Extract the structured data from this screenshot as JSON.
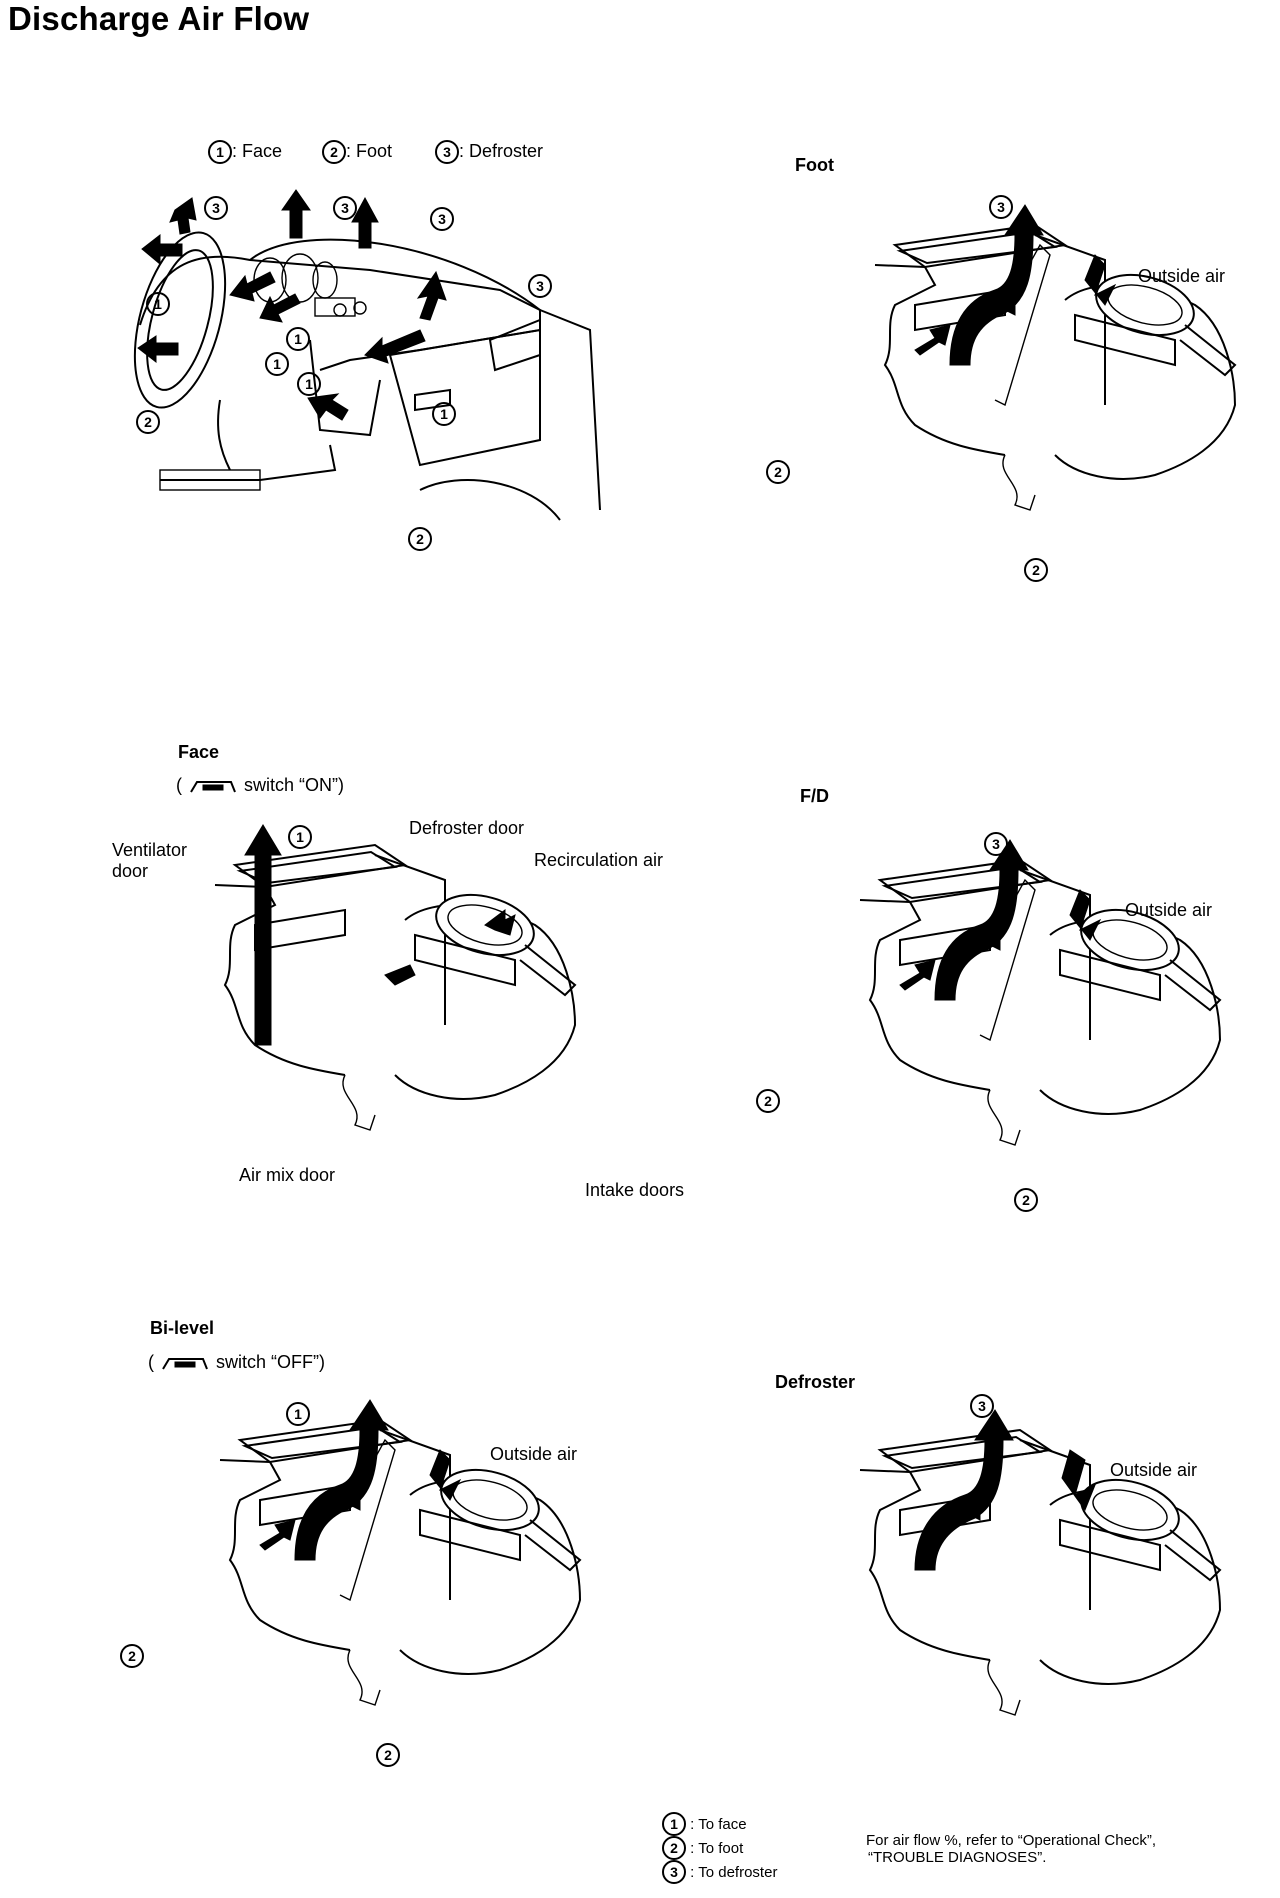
{
  "title": "Discharge Air Flow",
  "legend_top": {
    "face_num": "1",
    "face_label": ": Face",
    "foot_num": "2",
    "foot_label": ": Foot",
    "def_num": "3",
    "def_label": ": Defroster"
  },
  "panels": {
    "foot": {
      "title": "Foot",
      "outside_air": "Outside air"
    },
    "face": {
      "title": "Face",
      "switch_prefix": "(",
      "switch_text": "switch “ON”)",
      "ventilator_door": "Ventilator",
      "ventilator_door2": "door",
      "defroster_door": "Defroster door",
      "recirculation_air": "Recirculation air",
      "air_mix_door": "Air mix door",
      "intake_doors": "Intake doors"
    },
    "fd": {
      "title": "F/D",
      "outside_air": "Outside air"
    },
    "bilevel": {
      "title": "Bi-level",
      "switch_prefix": "(",
      "switch_text": "switch “OFF”)",
      "outside_air": "Outside air"
    },
    "defroster": {
      "title": "Defroster",
      "outside_air": "Outside air"
    }
  },
  "legend_bottom": {
    "to_face": ": To face",
    "to_foot": ": To foot",
    "to_defroster": ": To defroster",
    "note_line1": "For air flow %, refer to “Operational Check”,",
    "note_line2": "“TROUBLE DIAGNOSES”."
  },
  "markers": {
    "one": "1",
    "two": "2",
    "three": "3"
  }
}
